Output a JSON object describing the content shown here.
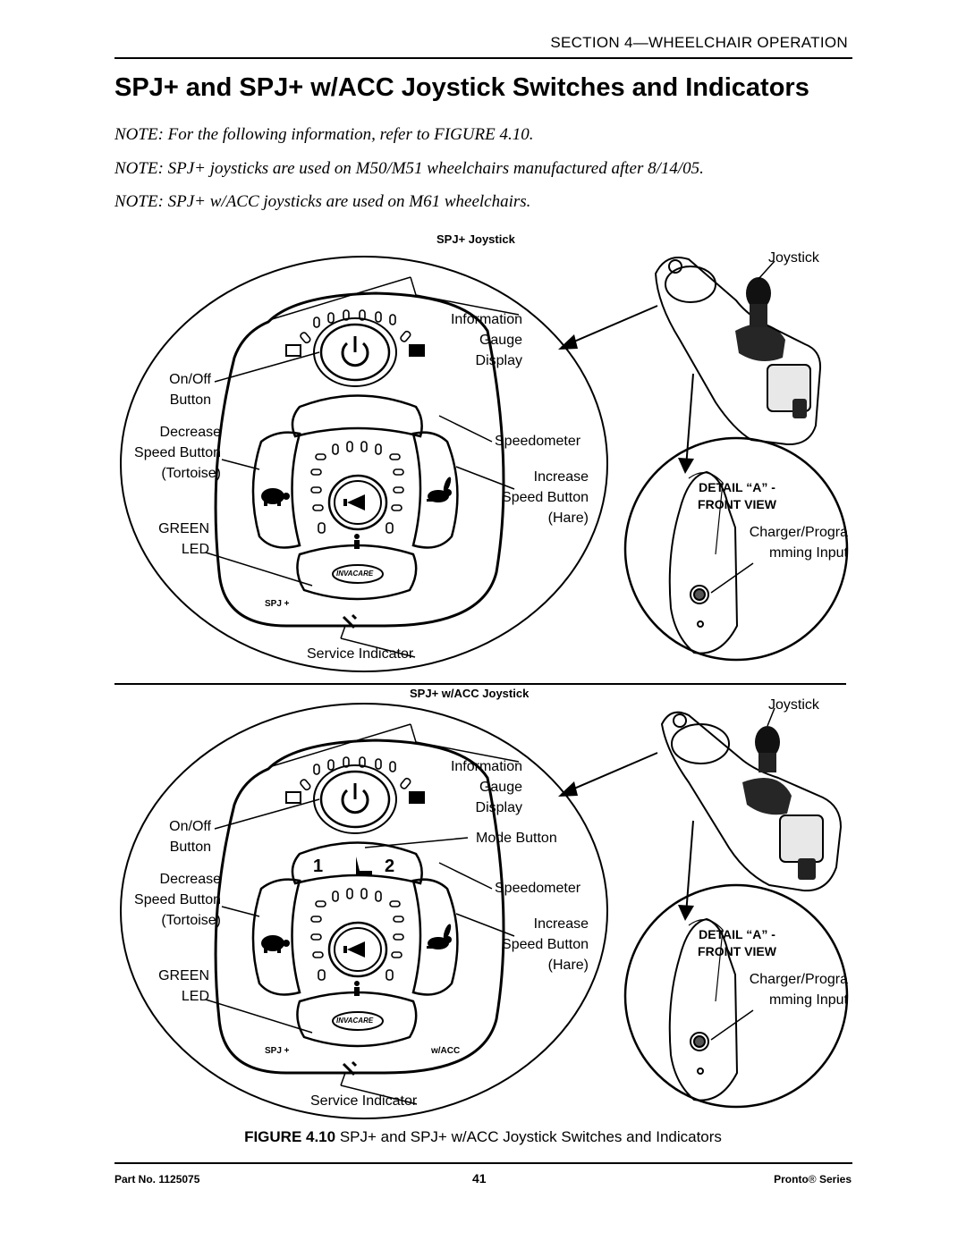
{
  "header": {
    "section": "SECTION 4—WHEELCHAIR OPERATION"
  },
  "title": "SPJ+ and SPJ+ w/ACC Joystick Switches and Indicators",
  "notes": [
    "NOTE: For the following information, refer to FIGURE 4.10.",
    "NOTE: SPJ+ joysticks are used on M50/M51 wheelchairs manufactured after 8/14/05.",
    "NOTE: SPJ+ w/ACC joysticks are used on M61 wheelchairs."
  ],
  "diagram_top": {
    "subtitle": "SPJ+ Joystick",
    "labels": {
      "on_off": [
        "On/Off",
        "Button"
      ],
      "decrease": [
        "Decrease",
        "Speed Button",
        "(Tortoise)"
      ],
      "green_led": [
        "GREEN",
        "LED"
      ],
      "info_gauge": [
        "Information",
        "Gauge",
        "Display"
      ],
      "speedometer": "Speedometer",
      "increase": [
        "Increase",
        "Speed Button",
        "(Hare)"
      ],
      "service": "Service Indicator",
      "joystick": "Joystick",
      "detail": [
        "DETAIL “A” -",
        "FRONT VIEW"
      ],
      "charger": [
        "Charger/Progra",
        "mming Input"
      ],
      "brand": "INVACARE",
      "model": "SPJ +"
    }
  },
  "diagram_bottom": {
    "subtitle": "SPJ+ w/ACC Joystick",
    "labels": {
      "on_off": [
        "On/Off",
        "Button"
      ],
      "decrease": [
        "Decrease",
        "Speed Button",
        "(Tortoise)"
      ],
      "green_led": [
        "GREEN",
        "LED"
      ],
      "info_gauge": [
        "Information",
        "Gauge",
        "Display"
      ],
      "mode": "Mode Button",
      "speedometer": "Speedometer",
      "increase": [
        "Increase",
        "Speed Button",
        "(Hare)"
      ],
      "service": "Service Indicator",
      "joystick": "Joystick",
      "detail": [
        "DETAIL “A” -",
        "FRONT VIEW"
      ],
      "charger": [
        "Charger/Progra",
        "mming Input"
      ],
      "brand": "INVACARE",
      "model": "SPJ +",
      "model_suffix": "w/ACC",
      "mode_1": "1",
      "mode_2": "2"
    }
  },
  "caption": {
    "figure": "FIGURE 4.10",
    "text": "SPJ+ and SPJ+ w/ACC Joystick Switches and Indicators"
  },
  "footer": {
    "part": "Part No. 1125075",
    "page": "41",
    "series": "Pronto",
    "series_mark": "®",
    "series_word": "Series"
  }
}
